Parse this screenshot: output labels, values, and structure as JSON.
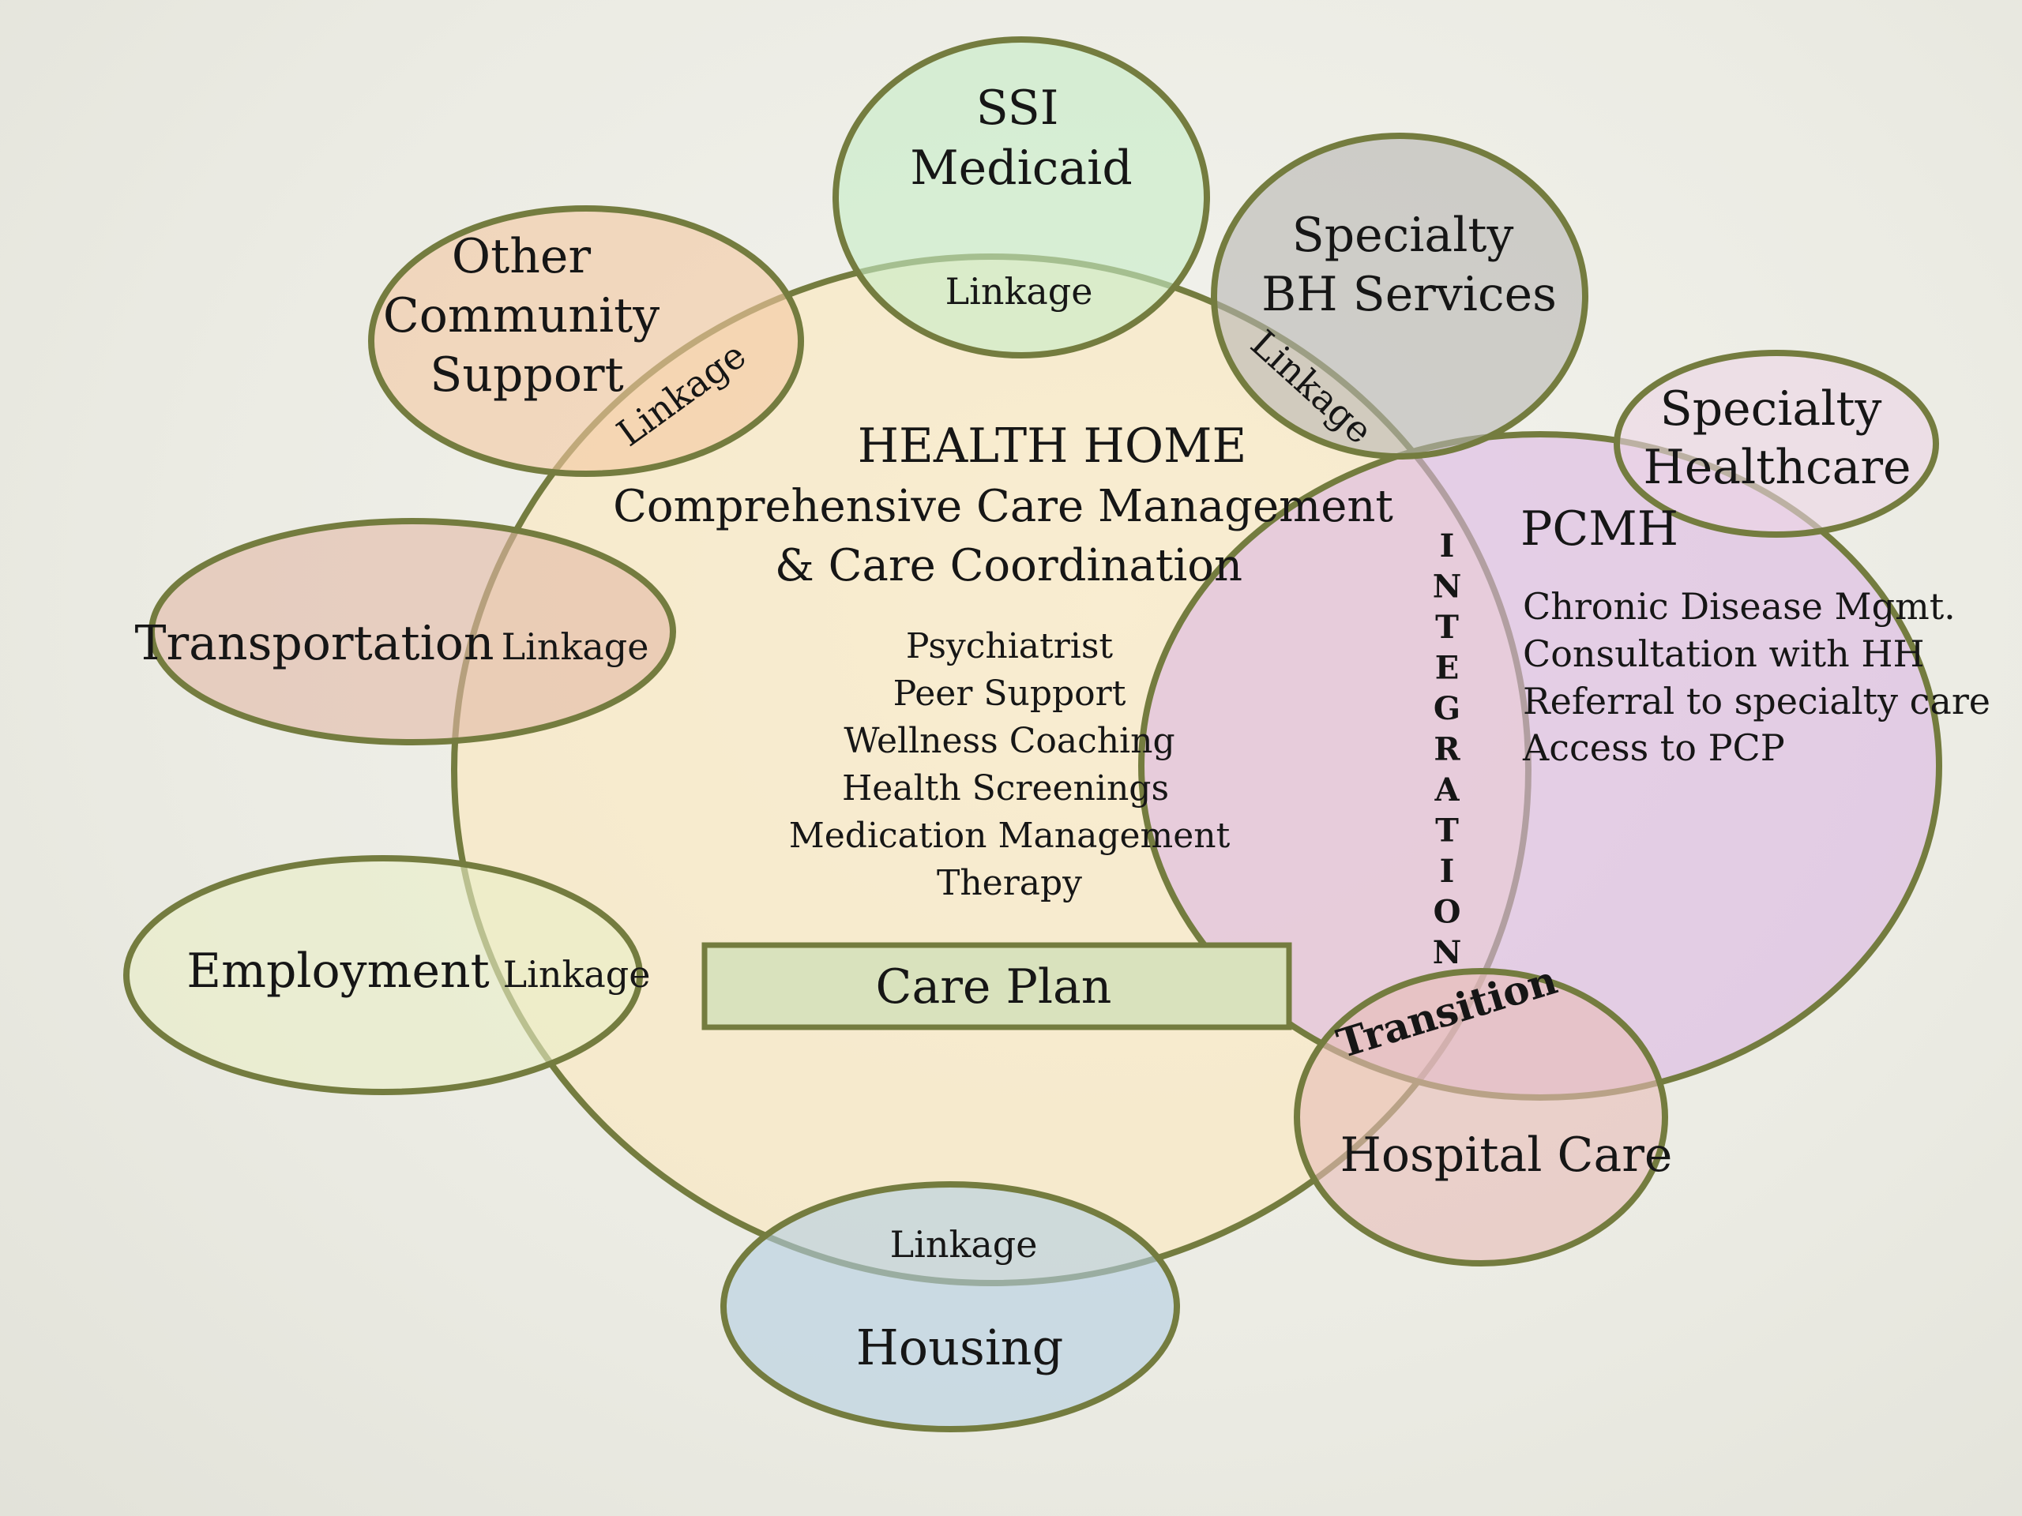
{
  "center": {
    "title": "HEALTH HOME",
    "subtitle_line1": "Comprehensive Care Management",
    "subtitle_line2": "& Care Coordination",
    "services": [
      "Psychiatrist",
      "Peer Support",
      "Wellness Coaching",
      "Health Screenings",
      "Medication Management",
      "Therapy"
    ],
    "care_plan": "Care Plan"
  },
  "nodes": {
    "ssi": {
      "line1": "SSI",
      "line2": "Medicaid",
      "linkage": "Linkage",
      "color": "#c6edc6"
    },
    "specialty_bh": {
      "line1": "Specialty",
      "line2": "BH Services",
      "linkage": "Linkage",
      "color": "#b8b6b3"
    },
    "other_community": {
      "line1": "Other",
      "line2": "Community",
      "line3": "Support",
      "linkage": "Linkage",
      "color": "#f4c8a2"
    },
    "transportation": {
      "label": "Transportation",
      "linkage": "Linkage",
      "color": "#e2b9a6"
    },
    "employment": {
      "label": "Employment",
      "linkage": "Linkage",
      "color": "#eaefc6"
    },
    "housing": {
      "label": "Housing",
      "linkage": "Linkage",
      "color": "#b4cfe2"
    },
    "hospital": {
      "label": "Hospital Care",
      "transition": "Transition",
      "color": "#e8bcb8"
    },
    "specialty_hc": {
      "line1": "Specialty",
      "line2": "Healthcare",
      "color": "#ecd5e6"
    },
    "pcmh": {
      "title": "PCMH",
      "items": [
        "Chronic Disease Mgmt.",
        "Consultation with HH",
        "Referral to specialty care",
        "Access to PCP"
      ],
      "integration": "INTEGRATION",
      "color": "#dcb8e2"
    }
  },
  "colors": {
    "health_home": "#fbe7bd",
    "outline": "#747c3f",
    "care_plan_fill": "#d9e2bd"
  }
}
